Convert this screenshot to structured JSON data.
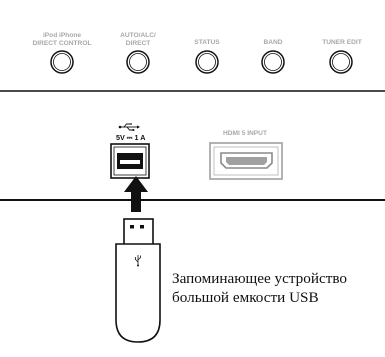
{
  "panel": {
    "buttons": [
      {
        "label": "iPod iPhone\nDIRECT CONTROL"
      },
      {
        "label": "AUTO/ALC/\nDIRECT"
      },
      {
        "label": "STATUS"
      },
      {
        "label": "BAND"
      },
      {
        "label": "TUNER EDIT"
      }
    ],
    "usb_symbol_icon": "usb-icon",
    "usb_rating": "5V ⎓ 1 A",
    "hdmi_label": "HDMI 5 INPUT"
  },
  "caption": {
    "line1": "Запоминающее устройство",
    "line2": "большой емкости USB"
  },
  "colors": {
    "panel_text": "#a8a8a8",
    "ink": "#111111",
    "hdmi_gray": "#a0a0a0"
  }
}
